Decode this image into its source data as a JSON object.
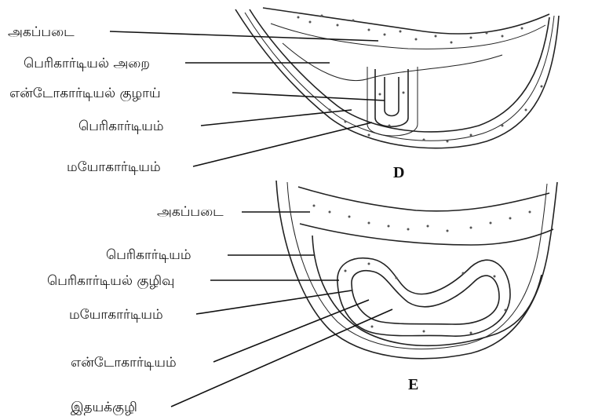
{
  "diagram_d": {
    "panel_letter": "D",
    "labels": {
      "splanchnic_mesoderm": "அகப்படை",
      "pericardial_cavity": "பெரிகார்டியல் அறை",
      "endocardial_tube": "என்டோகார்டியல் குழாய்",
      "pericardium": "பெரிகார்டியம்",
      "myocardium": "மயோகார்டியம்"
    }
  },
  "diagram_e": {
    "panel_letter": "E",
    "labels": {
      "splanchnic_mesoderm": "அகப்படை",
      "pericardium": "பெரிகார்டியம்",
      "pericardial_cavity": "பெரிகார்டியல் குழிவு",
      "myocardium": "மயோகார்டியம்",
      "endocardium": "என்டோகார்டியம்",
      "heart_chamber": "இதயக்குழி"
    }
  }
}
